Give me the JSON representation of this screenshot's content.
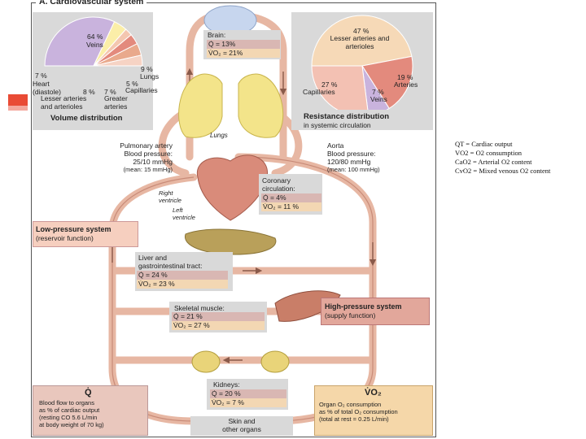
{
  "title": "A. Cardiovascular system",
  "volume": {
    "title": "Volume distribution",
    "veins": "64 %",
    "veins_label": "Veins",
    "lungs": "9 %",
    "lungs_label": "Lungs",
    "heart": "7 %",
    "heart_label": "Heart (diastole)",
    "lesser": "8 %",
    "lesser_label": "Lesser arteries and arterioles",
    "greater": "7 %",
    "greater_label": "Greater arteries",
    "capillaries": "5 %",
    "capillaries_label": "Capillaries"
  },
  "resistance": {
    "title": "Resistance distribution",
    "subtitle": "in systemic circulation",
    "lesser": "47 %",
    "lesser_label": "Lesser arteries and arterioles",
    "arteries": "19 %",
    "arteries_label": "Arteries",
    "capillaries": "27 %",
    "capillaries_label": "Capillaries",
    "veins": "7 %",
    "veins_label": "Veins"
  },
  "chart_data": [
    {
      "type": "pie",
      "title": "Volume distribution",
      "categories": [
        "Veins",
        "Lungs",
        "Capillaries",
        "Greater arteries",
        "Lesser arteries and arterioles",
        "Heart (diastole)"
      ],
      "values": [
        64,
        9,
        5,
        7,
        8,
        7
      ]
    },
    {
      "type": "pie",
      "title": "Resistance distribution",
      "subtitle": "in systemic circulation",
      "categories": [
        "Lesser arteries and arterioles",
        "Arteries",
        "Veins",
        "Capillaries"
      ],
      "values": [
        47,
        19,
        7,
        27
      ]
    }
  ],
  "brain": {
    "label": "Brain:",
    "q": "Q̇  = 13%",
    "v": "V̇O₂ = 21%"
  },
  "lungs_label": "Lungs",
  "pulmonary": {
    "l1": "Pulmonary artery",
    "l2": "Blood pressure:",
    "l3": "25/10 mmHg",
    "l4": "(mean: 15 mmHg)"
  },
  "aorta": {
    "l1": "Aorta",
    "l2": "Blood pressure:",
    "l3": "120/80 mmHg",
    "l4": "(mean: 100 mmHg)"
  },
  "coronary": {
    "l1": "Coronary",
    "l2": "circulation:",
    "q": "Q̇  =  4%",
    "v": "V̇O₂ = 11 %"
  },
  "right_ventricle": {
    "l1": "Right",
    "l2": "ventricle"
  },
  "left_ventricle": {
    "l1": "Left",
    "l2": "ventricle"
  },
  "low_pressure": {
    "l1": "Low-pressure system",
    "l2": "(reservoir function)"
  },
  "liver": {
    "l1": "Liver and",
    "l2": "gastrointestinal tract:",
    "q": "Q̇  = 24 %",
    "v": "V̇O₂ = 23 %"
  },
  "skeletal": {
    "l1": "Skeletal muscle:",
    "q": "Q̇  = 21 %",
    "v": "V̇O₂ = 27 %"
  },
  "high_pressure": {
    "l1": "High-pressure system",
    "l2": "(supply function)"
  },
  "kidneys": {
    "l1": "Kidneys:",
    "q": "Q̇  = 20 %",
    "v": "V̇O₂ =  7 %"
  },
  "skin": {
    "l1": "Skin and",
    "l2": "other organs"
  },
  "q_box": {
    "symbol": "Q̇",
    "l1": "Blood flow to organs",
    "l2": "as % of cardiac output",
    "l3": "(resting CO 5.6 L/min",
    "l4": "at body weight of 70 kg)"
  },
  "v_box": {
    "symbol": "V̇O₂",
    "l1": "Organ O₂ consumption",
    "l2": "as % of total O₂ consumption",
    "l3": "(total at rest = 0.25 L/min)"
  },
  "legend": [
    "QT = Cardiac output",
    "VO2 = O2 consumption",
    "CaO2 = Arterial O2 content",
    "CvO2 = Mixed venous O2 content"
  ],
  "colors": {
    "vessel": "#e7b7a3",
    "vessel_dark": "#c88b78",
    "accent_red": "#e94b35",
    "veins_slice": "#c9b3dd",
    "lungs_slice": "#fbeea8",
    "arteries_slice": "#e38a7d"
  }
}
